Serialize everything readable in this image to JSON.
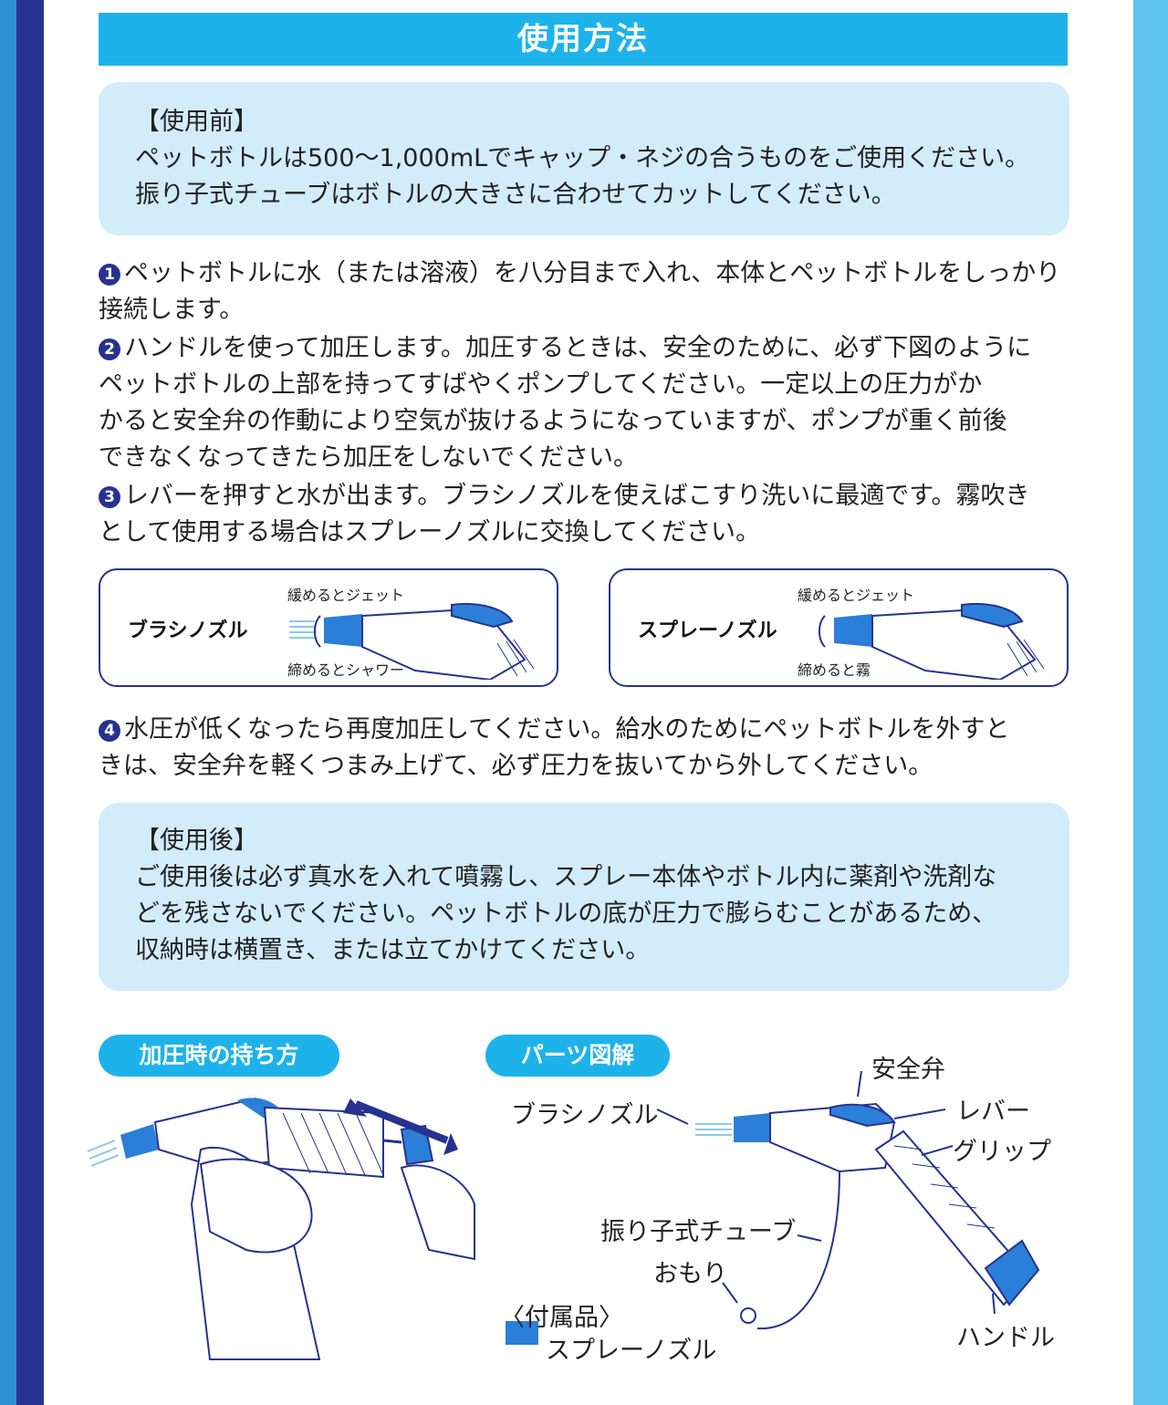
{
  "header": {
    "title": "使用方法"
  },
  "before_use": {
    "heading": "【使用前】",
    "line1": "ペットボトルは500〜1,000mLでキャップ・ネジの合うものをご使用ください。",
    "line2": "振り子式チューブはボトルの大きさに合わせてカットしてください。"
  },
  "steps": [
    {
      "marker": "1",
      "lines": [
        "ペットボトルに水（または溶液）を八分目まで入れ、本体とペットボトルをしっかり",
        "接続します。"
      ]
    },
    {
      "marker": "2",
      "lines": [
        "ハンドルを使って加圧します。加圧するときは、安全のために、必ず下図のように",
        "ペットボトルの上部を持ってすばやくポンプしてください。一定以上の圧力がか",
        "かると安全弁の作動により空気が抜けるようになっていますが、ポンプが重く前後",
        "できなくなってきたら加圧をしないでください。"
      ]
    },
    {
      "marker": "3",
      "lines": [
        "レバーを押すと水が出ます。ブラシノズルを使えばこすり洗いに最適です。霧吹き",
        "として使用する場合はスプレーノズルに交換してください。"
      ]
    },
    {
      "marker": "4",
      "lines": [
        "水圧が低くなったら再度加圧してください。給水のためにペットボトルを外すと",
        "きは、安全弁を軽くつまみ上げて、必ず圧力を抜いてから外してください。"
      ]
    }
  ],
  "nozzles": [
    {
      "name": "ブラシノズル",
      "loosen": "緩めるとジェット",
      "tighten": "締めるとシャワー"
    },
    {
      "name": "スプレーノズル",
      "loosen": "緩めるとジェット",
      "tighten": "締めると霧"
    }
  ],
  "after_use": {
    "heading": "【使用後】",
    "line1": "ご使用後は必ず真水を入れて噴霧し、スプレー本体やボトル内に薬剤や洗剤な",
    "line2": "どを残さないでください。ペットボトルの底が圧力で膨らむことがあるため、",
    "line3": "収納時は横置き、または立てかけてください。"
  },
  "hold_section": {
    "title": "加圧時の持ち方"
  },
  "parts_section": {
    "title": "パーツ図解",
    "labels": {
      "safety_valve": "安全弁",
      "brush_nozzle": "ブラシノズル",
      "lever": "レバー",
      "grip": "グリップ",
      "tube": "振り子式チューブ",
      "weight": "おもり",
      "handle": "ハンドル",
      "accessory_heading": "〈付属品〉",
      "spray_nozzle": "スプレーノズル"
    }
  },
  "colors": {
    "title_bar": "#1db3ea",
    "navy": "#27328f",
    "panel": "#d2ecfa",
    "nozzle_blue": "#2b7fd8"
  }
}
